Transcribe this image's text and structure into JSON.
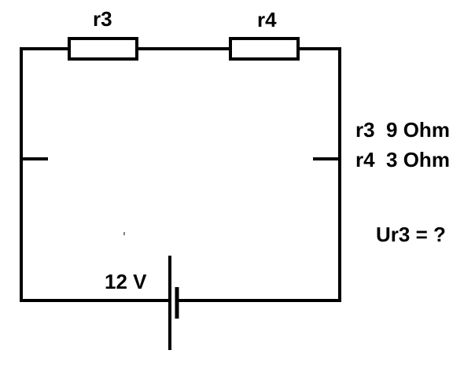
{
  "diagram": {
    "resistor_1_label": "r3",
    "resistor_2_label": "r4",
    "battery_label": "12 V",
    "given_1": "r3  9 Ohm",
    "given_2": "r4  3 Ohm",
    "question": "Ur3 = ?"
  }
}
